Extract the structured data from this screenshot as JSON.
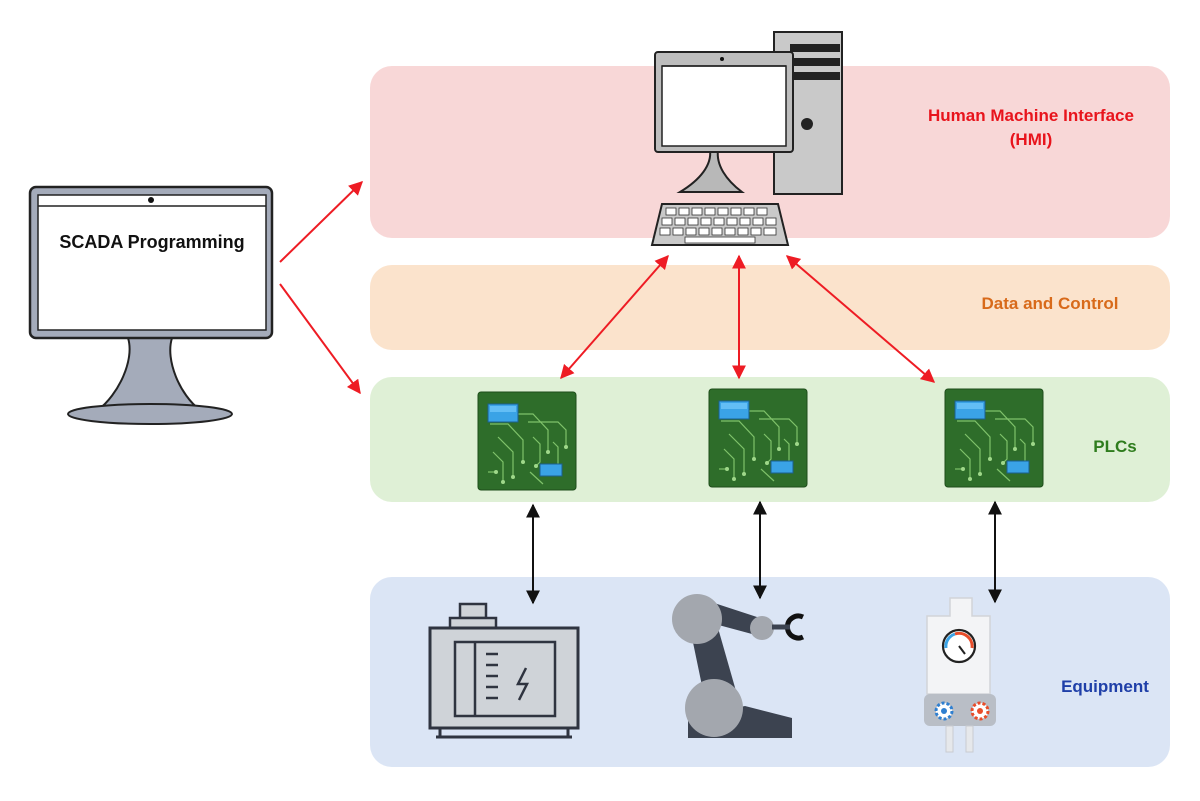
{
  "scada": {
    "label": "SCADA Programming"
  },
  "layers": {
    "hmi": {
      "label_line1": "Human Machine Interface",
      "label_line2": "(HMI)"
    },
    "data": {
      "label": "Data and Control"
    },
    "plcs": {
      "label": "PLCs"
    },
    "equipment": {
      "label": "Equipment"
    }
  },
  "colors": {
    "hmi_band": "#f8d7d7",
    "hmi_text": "#e8141c",
    "data_band": "#fbe3cc",
    "data_text": "#d86a1a",
    "plc_band": "#dff0d6",
    "plc_text": "#2f7d1e",
    "equip_band": "#dbe5f5",
    "equip_text": "#1f3fa8",
    "red_arrow": "#ee1c24",
    "black_arrow": "#111111",
    "pcb": "#2e6d2a",
    "chip": "#3aa3e6"
  },
  "icons": {
    "scada_monitor": "monitor-icon",
    "hmi_computer": "desktop-computer-icon",
    "plc": "circuit-board-icon",
    "generator": "generator-icon",
    "robot_arm": "robotic-arm-icon",
    "gauge_device": "pressure-gauge-icon"
  }
}
